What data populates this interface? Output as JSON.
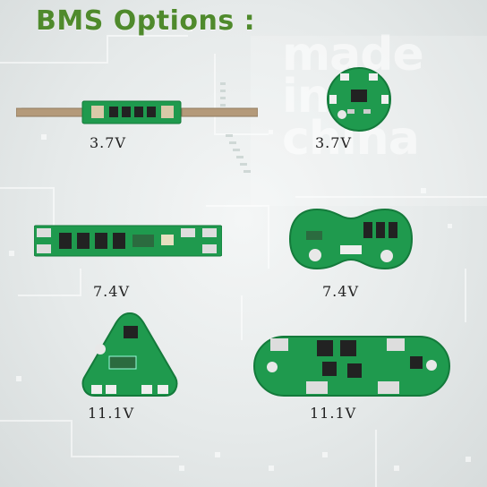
{
  "title": "BMS Options :",
  "watermark": [
    "made",
    "in",
    "china"
  ],
  "colors": {
    "title": "#4f8a2c",
    "pcb": "#1f9a4e",
    "pcb_dark": "#157a3a"
  },
  "products": [
    {
      "voltage": "3.7V"
    },
    {
      "voltage": "3.7V"
    },
    {
      "voltage": "7.4V"
    },
    {
      "voltage": "7.4V"
    },
    {
      "voltage": "11.1V"
    },
    {
      "voltage": "11.1V"
    }
  ]
}
